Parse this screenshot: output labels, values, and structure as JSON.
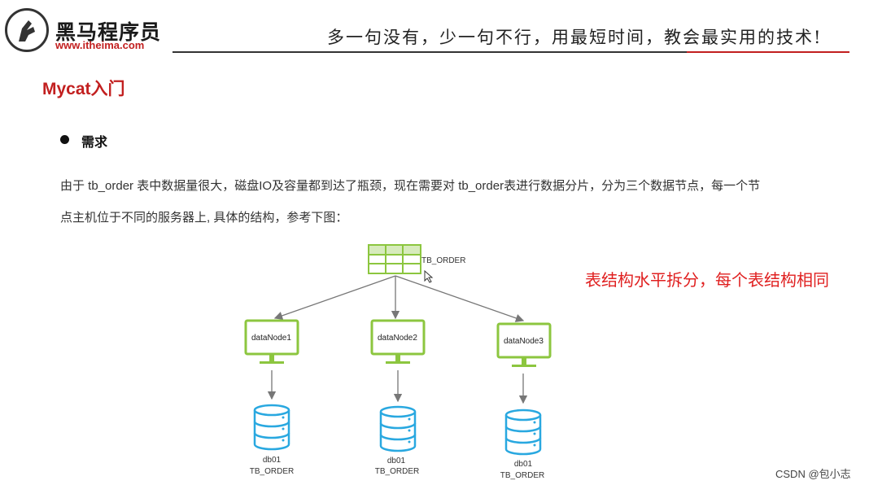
{
  "header": {
    "brand_name": "黑马程序员",
    "brand_url": "www.itheima.com",
    "slogan": "多一句没有，少一句不行，用最短时间，教会最实用的技术!"
  },
  "section_title": "Mycat入门",
  "bullet": "需求",
  "paragraph": {
    "line1": "由于 tb_order 表中数据量很大，磁盘IO及容量都到达了瓶颈，现在需要对 tb_order表进行数据分片，分为三个数据节点，每一个节",
    "line2": "点主机位于不同的服务器上, 具体的结构，参考下图："
  },
  "diagram": {
    "table_label": "TB_ORDER",
    "nodes": [
      {
        "label": "dataNode1",
        "db": "db01",
        "table": "TB_ORDER"
      },
      {
        "label": "dataNode2",
        "db": "db01",
        "table": "TB_ORDER"
      },
      {
        "label": "dataNode3",
        "db": "db01",
        "table": "TB_ORDER"
      }
    ],
    "colors": {
      "green": "#8cc63f",
      "blue": "#29a8e0",
      "arrow": "#777777"
    }
  },
  "note": "表结构水平拆分，每个表结构相同",
  "watermark": "CSDN @包小志"
}
